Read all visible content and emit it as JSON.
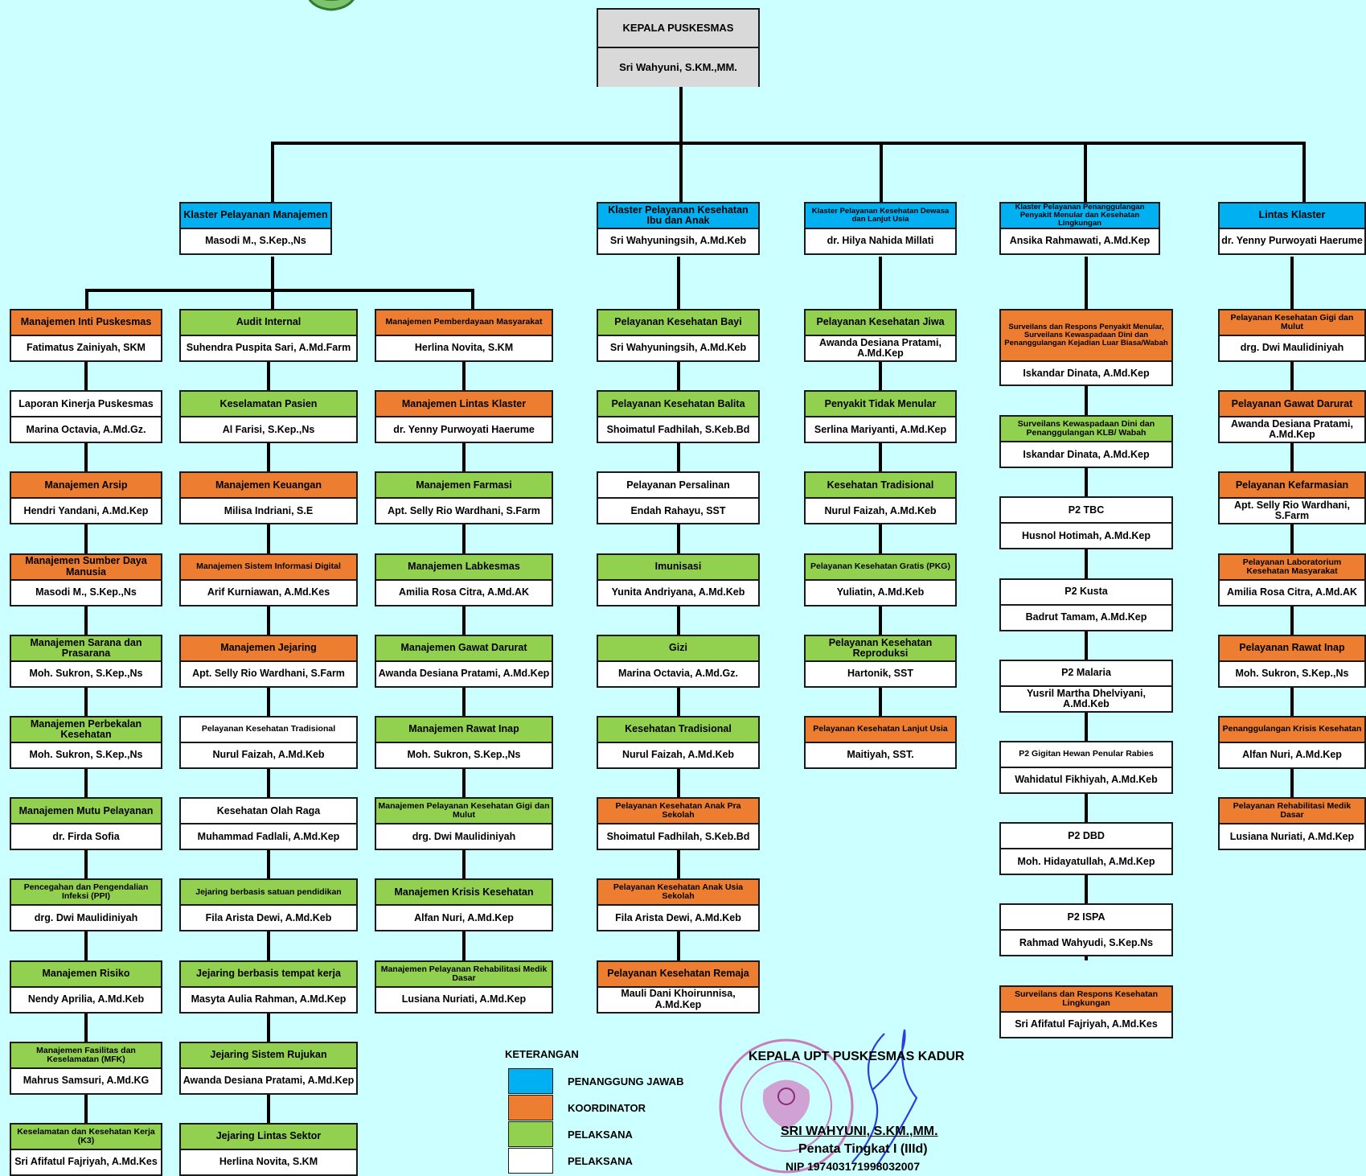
{
  "head": {
    "title": "KEPALA PUSKESMAS",
    "name": "Sri Wahyuni, S.KM.,MM."
  },
  "clusters": [
    {
      "title": "Klaster Pelayanan Manajemen",
      "name": "Masodi M., S.Kep.,Ns"
    },
    {
      "title": "Klaster Pelayanan  Kesehatan Ibu dan Anak",
      "name": "Sri Wahyuningsih, A.Md.Keb"
    },
    {
      "title": "Klaster Pelayanan  Kesehatan Dewasa dan Lanjut Usia",
      "name": "dr. Hilya Nahida Millati"
    },
    {
      "title": "Klaster Pelayanan Penanggulangan Penyakit Menular dan Kesehatan Lingkungan",
      "name": "Ansika Rahmawati, A.Md.Kep"
    },
    {
      "title": "Lintas Klaster",
      "name": "dr. Yenny Purwoyati Haerume"
    }
  ],
  "manajemen": {
    "col1": [
      {
        "title": "Manajemen Inti Puskesmas",
        "name": "Fatimatus Zainiyah, SKM",
        "color": "oranye"
      },
      {
        "title": "Laporan Kinerja Puskesmas",
        "name": "Marina Octavia, A.Md.Gz.",
        "color": "putih"
      },
      {
        "title": "Manajemen Arsip",
        "name": "Hendri Yandani, A.Md.Kep",
        "color": "oranye"
      },
      {
        "title": "Manajemen Sumber Daya Manusia",
        "name": "Masodi M., S.Kep.,Ns",
        "color": "oranye"
      },
      {
        "title": "Manajemen Sarana dan Prasarana",
        "name": "Moh. Sukron, S.Kep.,Ns",
        "color": "hijau"
      },
      {
        "title": "Manajemen Perbekalan Kesehatan",
        "name": "Moh. Sukron, S.Kep.,Ns",
        "color": "hijau"
      },
      {
        "title": "Manajemen Mutu Pelayanan",
        "name": "dr. Firda Sofia",
        "color": "hijau"
      },
      {
        "title": "Pencegahan dan Pengendalian Infeksi (PPI)",
        "name": "drg. Dwi Maulidiniyah",
        "color": "hijau"
      },
      {
        "title": "Manajemen Risiko",
        "name": "Nendy Aprilia, A.Md.Keb",
        "color": "hijau"
      },
      {
        "title": "Manajemen Fasilitas dan Keselamatan (MFK)",
        "name": "Mahrus Samsuri, A.Md.KG",
        "color": "hijau"
      },
      {
        "title": "Keselamatan dan Kesehatan Kerja (K3)",
        "name": "Sri Afifatul Fajriyah, A.Md.Kes",
        "color": "hijau"
      }
    ],
    "col2": [
      {
        "title": "Audit Internal",
        "name": "Suhendra Puspita Sari, A.Md.Farm",
        "color": "hijau"
      },
      {
        "title": "Keselamatan Pasien",
        "name": "Al Farisi, S.Kep.,Ns",
        "color": "hijau"
      },
      {
        "title": "Manajemen Keuangan",
        "name": "Milisa Indriani, S.E",
        "color": "oranye"
      },
      {
        "title": "Manajemen Sistem Informasi Digital",
        "name": "Arif Kurniawan, A.Md.Kes",
        "color": "oranye"
      },
      {
        "title": "Manajemen Jejaring",
        "name": "Apt. Selly Rio Wardhani, S.Farm",
        "color": "oranye"
      },
      {
        "title": "Pelayanan Kesehatan Tradisional",
        "name": "Nurul Faizah, A.Md.Keb",
        "color": "putih"
      },
      {
        "title": "Kesehatan Olah Raga",
        "name": "Muhammad Fadlali, A.Md.Kep",
        "color": "putih"
      },
      {
        "title": "Jejaring berbasis satuan pendidikan",
        "name": "Fila Arista Dewi, A.Md.Keb",
        "color": "hijau"
      },
      {
        "title": "Jejaring berbasis tempat kerja",
        "name": "Masyta Aulia Rahman, A.Md.Kep",
        "color": "hijau"
      },
      {
        "title": "Jejaring Sistem Rujukan",
        "name": "Awanda Desiana Pratami, A.Md.Kep",
        "color": "hijau"
      },
      {
        "title": "Jejaring Lintas Sektor",
        "name": "Herlina Novita, S.KM",
        "color": "hijau"
      }
    ],
    "col3": [
      {
        "title": "Manajemen Pemberdayaan Masyarakat",
        "name": "Herlina Novita, S.KM",
        "color": "oranye"
      },
      {
        "title": "Manajemen Lintas Klaster",
        "name": "dr. Yenny Purwoyati Haerume",
        "color": "oranye"
      },
      {
        "title": "Manajemen Farmasi",
        "name": "Apt. Selly Rio Wardhani, S.Farm",
        "color": "hijau"
      },
      {
        "title": "Manajemen Labkesmas",
        "name": "Amilia Rosa Citra, A.Md.AK",
        "color": "hijau"
      },
      {
        "title": "Manajemen Gawat Darurat",
        "name": "Awanda Desiana Pratami, A.Md.Kep",
        "color": "hijau"
      },
      {
        "title": "Manajemen Rawat Inap",
        "name": "Moh. Sukron, S.Kep.,Ns",
        "color": "hijau"
      },
      {
        "title": "Manajemen Pelayanan Kesehatan Gigi dan Mulut",
        "name": "drg. Dwi Maulidiniyah",
        "color": "hijau"
      },
      {
        "title": "Manajemen Krisis Kesehatan",
        "name": "Alfan Nuri, A.Md.Kep",
        "color": "hijau"
      },
      {
        "title": "Manajemen Pelayanan Rehabilitasi Medik Dasar",
        "name": "Lusiana Nuriati, A.Md.Kep",
        "color": "hijau"
      }
    ]
  },
  "ibu_anak": [
    {
      "title": "Pelayanan Kesehatan Bayi",
      "name": "Sri Wahyuningsih, A.Md.Keb",
      "color": "hijau"
    },
    {
      "title": "Pelayanan Kesehatan Balita",
      "name": "Shoimatul Fadhilah, S.Keb.Bd",
      "color": "hijau"
    },
    {
      "title": "Pelayanan Persalinan",
      "name": "Endah Rahayu, SST",
      "color": "putih"
    },
    {
      "title": "Imunisasi",
      "name": "Yunita Andriyana, A.Md.Keb",
      "color": "hijau"
    },
    {
      "title": "Gizi",
      "name": "Marina Octavia, A.Md.Gz.",
      "color": "hijau"
    },
    {
      "title": "Kesehatan Tradisional",
      "name": "Nurul Faizah, A.Md.Keb",
      "color": "hijau"
    },
    {
      "title": "Pelayanan Kesehatan Anak Pra Sekolah",
      "name": "Shoimatul Fadhilah, S.Keb.Bd",
      "color": "oranye"
    },
    {
      "title": "Pelayanan Kesehatan Anak Usia Sekolah",
      "name": "Fila Arista Dewi, A.Md.Keb",
      "color": "oranye"
    },
    {
      "title": "Pelayanan Kesehatan Remaja",
      "name": "Mauli Dani Khoirunnisa, A.Md.Kep",
      "color": "oranye"
    }
  ],
  "dewasa": [
    {
      "title": "Pelayanan Kesehatan Jiwa",
      "name": "Awanda Desiana Pratami, A.Md.Kep",
      "color": "hijau"
    },
    {
      "title": "Penyakit Tidak Menular",
      "name": "Serlina Mariyanti, A.Md.Kep",
      "color": "hijau"
    },
    {
      "title": "Kesehatan Tradisional",
      "name": "Nurul Faizah, A.Md.Keb",
      "color": "hijau"
    },
    {
      "title": "Pelayanan Kesehatan Gratis (PKG)",
      "name": "Yuliatin, A.Md.Keb",
      "color": "hijau"
    },
    {
      "title": "Pelayanan Kesehatan Reproduksi",
      "name": "Hartonik, SST",
      "color": "hijau"
    },
    {
      "title": "Pelayanan Kesehatan Lanjut Usia",
      "name": "Maitiyah, SST.",
      "color": "oranye"
    }
  ],
  "menular": [
    {
      "title": "Surveilans dan Respons Penyakit Menular, Surveilans Kewaspadaan Dini dan Penanggulangan Kejadian Luar Biasa/Wabah",
      "name": "Iskandar Dinata, A.Md.Kep",
      "color": "oranye"
    },
    {
      "title": "Surveilans Kewaspadaan Dini dan Penanggulangan KLB/ Wabah",
      "name": "Iskandar Dinata, A.Md.Kep",
      "color": "hijau"
    },
    {
      "title": "P2 TBC",
      "name": "Husnol Hotimah, A.Md.Kep",
      "color": "putih"
    },
    {
      "title": "P2 Kusta",
      "name": "Badrut Tamam, A.Md.Kep",
      "color": "putih"
    },
    {
      "title": "P2 Malaria",
      "name": "Yusril Martha Dhelviyani, A.Md.Keb",
      "color": "putih"
    },
    {
      "title": "P2 Gigitan Hewan Penular Rabies",
      "name": "Wahidatul Fikhiyah, A.Md.Keb",
      "color": "putih"
    },
    {
      "title": "P2 DBD",
      "name": "Moh. Hidayatullah, A.Md.Kep",
      "color": "putih"
    },
    {
      "title": "P2 ISPA",
      "name": "Rahmad Wahyudi, S.Kep.Ns",
      "color": "putih"
    },
    {
      "title": "Surveilans dan Respons Kesehatan Lingkungan",
      "name": "Sri Afifatul Fajriyah, A.Md.Kes",
      "color": "oranye"
    }
  ],
  "lintas": [
    {
      "title": "Pelayanan Kesehatan Gigi dan Mulut",
      "name": "drg. Dwi Maulidiniyah",
      "color": "oranye"
    },
    {
      "title": "Pelayanan Gawat Darurat",
      "name": "Awanda Desiana Pratami, A.Md.Kep",
      "color": "oranye"
    },
    {
      "title": "Pelayanan Kefarmasian",
      "name": "Apt. Selly Rio Wardhani, S.Farm",
      "color": "oranye"
    },
    {
      "title": "Pelayanan Laboratorium Kesehatan Masyarakat",
      "name": "Amilia Rosa Citra, A.Md.AK",
      "color": "oranye"
    },
    {
      "title": "Pelayanan Rawat Inap",
      "name": "Moh. Sukron, S.Kep.,Ns",
      "color": "oranye"
    },
    {
      "title": "Penanggulangan Krisis Kesehatan",
      "name": "Alfan Nuri, A.Md.Kep",
      "color": "oranye"
    },
    {
      "title": "Pelayanan Rehabilitasi Medik Dasar",
      "name": "Lusiana Nuriati, A.Md.Kep",
      "color": "oranye"
    }
  ],
  "legend": {
    "title": "KETERANGAN",
    "items": [
      {
        "label": "PENANGGUNG JAWAB",
        "color": "#00b0f0"
      },
      {
        "label": "KOORDINATOR",
        "color": "#ed7d31"
      },
      {
        "label": "PELAKSANA",
        "color": "#92d050"
      },
      {
        "label": "PELAKSANA",
        "color": "#ffffff"
      }
    ]
  },
  "signature": {
    "title": "KEPALA  UPT PUSKESMAS  KADUR",
    "name": "SRI WAHYUNI,  S.KM.,MM.",
    "rank": "Penata Tingkat I (IIId)",
    "nip": "NIP 197403171998032007"
  },
  "colors": {
    "background": "#ccffff",
    "penanggung_jawab": "#00b0f0",
    "koordinator": "#ed7d31",
    "pelaksana": "#92d050"
  }
}
